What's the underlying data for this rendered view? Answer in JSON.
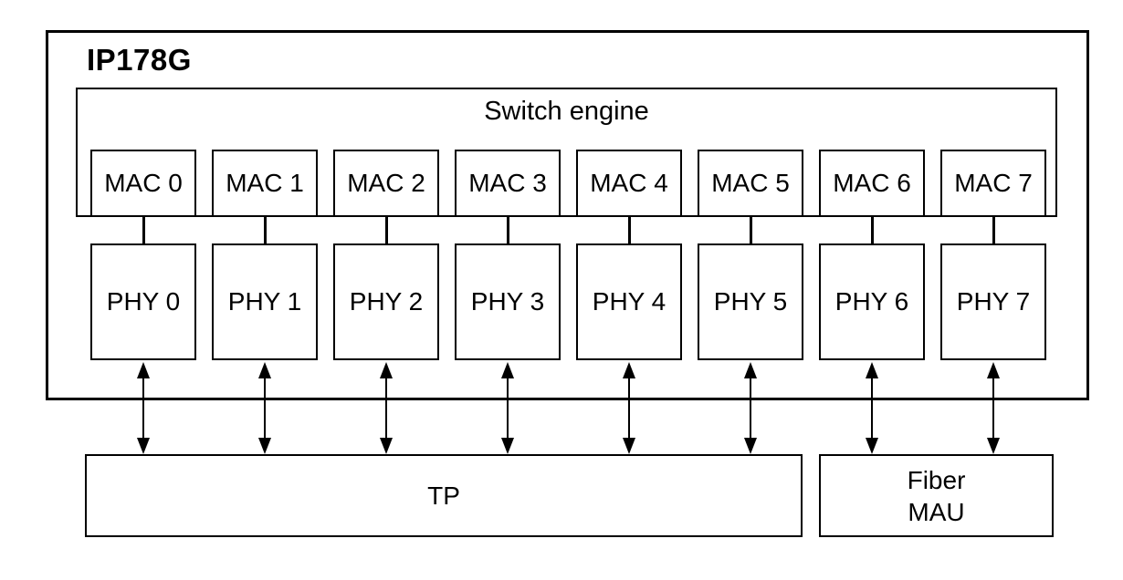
{
  "diagram": {
    "title": "IP178G",
    "switch_engine_label": "Switch engine",
    "mac_blocks": [
      "MAC 0",
      "MAC 1",
      "MAC 2",
      "MAC 3",
      "MAC 4",
      "MAC 5",
      "MAC 6",
      "MAC 7"
    ],
    "phy_blocks": [
      "PHY 0",
      "PHY 1",
      "PHY 2",
      "PHY 3",
      "PHY 4",
      "PHY 5",
      "PHY 6",
      "PHY 7"
    ],
    "tp_label": "TP",
    "fiber_mau_label": {
      "line1": "Fiber",
      "line2": "MAU"
    },
    "colors": {
      "line": "#000000",
      "text": "#000000",
      "background": "#ffffff"
    }
  }
}
